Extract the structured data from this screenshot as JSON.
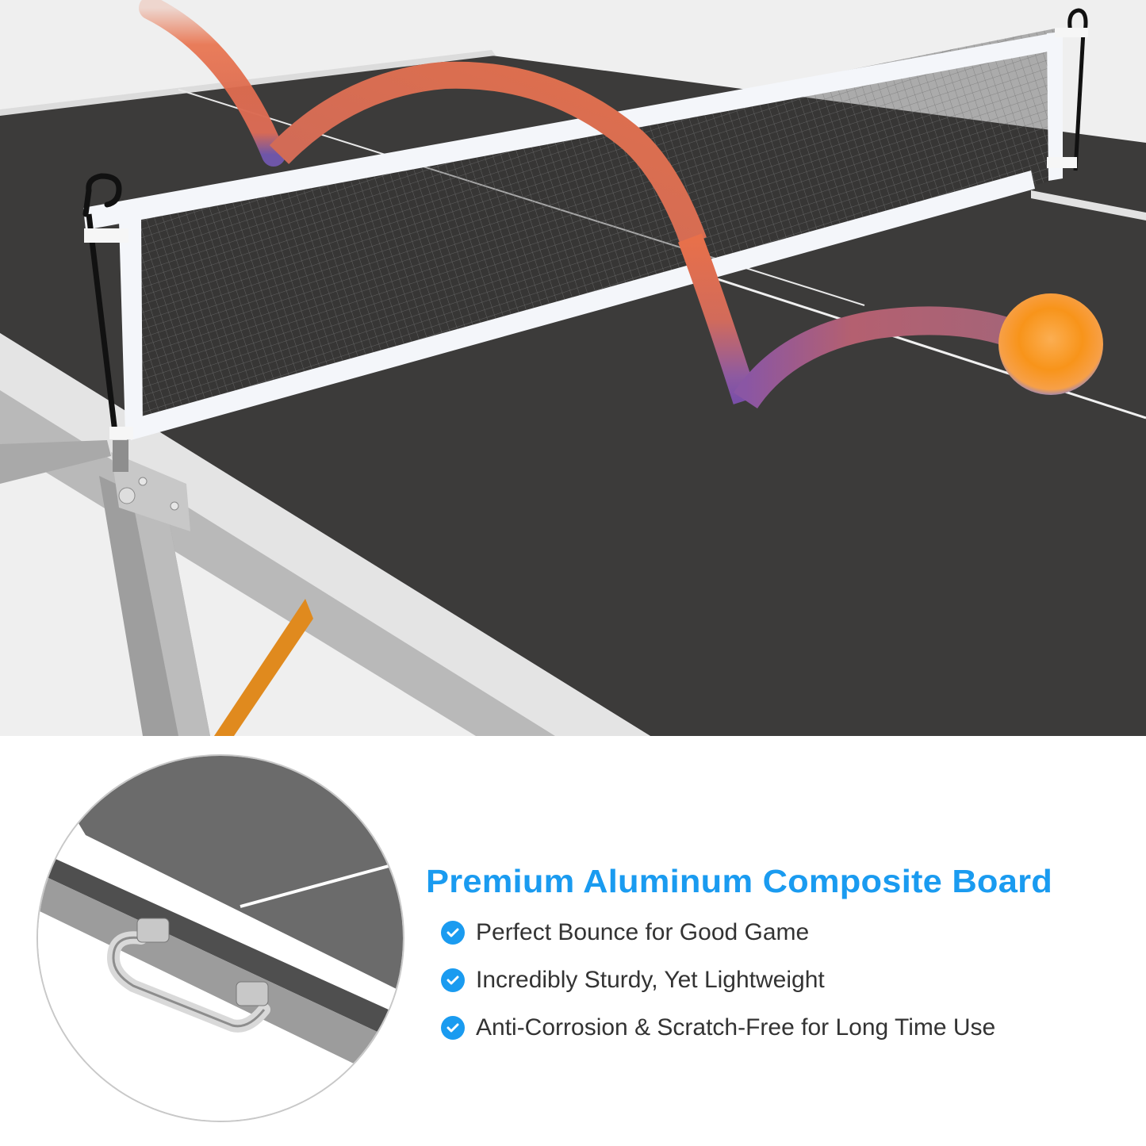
{
  "hero": {
    "subject": "ping-pong table with net and bouncing ball trajectory",
    "colors": {
      "background": "#efefef",
      "table_surface": "#3c3b3a",
      "table_edge": "#e2e2e2",
      "frame_metal": "#b8b8b8",
      "net_tape": "#ffffff",
      "net_post": "#111111",
      "trajectory_start": "#e8704a",
      "trajectory_end": "#7d55a8",
      "ball": "#f8961e",
      "strap": "#e08a1e"
    }
  },
  "detail": {
    "subject": "close-up of chrome carry handle on table edge",
    "colors": {
      "surface": "#6b6b6b",
      "edge_stripe": "#ffffff",
      "frame": "#9c9c9c",
      "handle": "#d9d9d9",
      "border": "#c8c8c8"
    }
  },
  "content": {
    "headline": "Premium Aluminum Composite Board",
    "accent_color": "#1a9bf0",
    "features": [
      {
        "icon": "check-circle-icon",
        "text": "Perfect Bounce for Good Game"
      },
      {
        "icon": "check-circle-icon",
        "text": "Incredibly Sturdy, Yet Lightweight"
      },
      {
        "icon": "check-circle-icon",
        "text": "Anti-Corrosion & Scratch-Free for Long Time Use"
      }
    ]
  }
}
